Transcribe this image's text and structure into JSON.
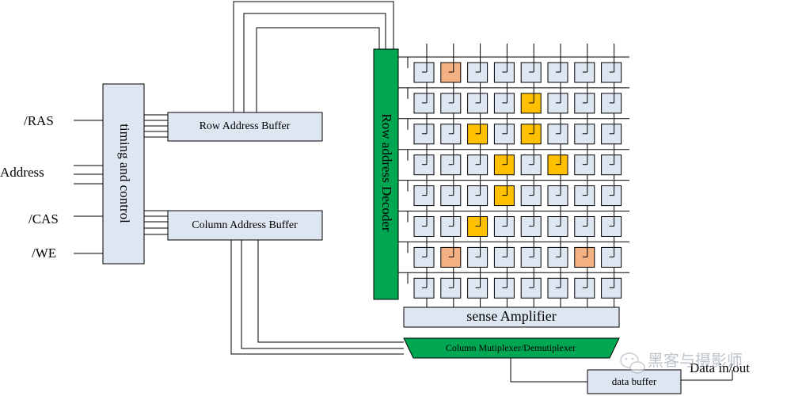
{
  "signals": {
    "ras": "/RAS",
    "address": "Address",
    "cas": "/CAS",
    "we": "/WE",
    "data_io": "Data in/out"
  },
  "blocks": {
    "timing_control": "timing and control",
    "row_address_buffer": "Row Address Buffer",
    "column_address_buffer": "Column Address Buffer",
    "row_address_decoder": "Row address Decoder",
    "sense_amplifier": "sense Amplifier",
    "column_mux": "Column Mutiplexer/Demutiplexer",
    "data_buffer": "data buffer"
  },
  "watermark": {
    "text": "黑客与摄影师"
  },
  "cell_array": {
    "rows": 8,
    "columns": 8,
    "highlighted_cells": [
      {
        "row": 0,
        "col": 1,
        "color": "#f4b183"
      },
      {
        "row": 1,
        "col": 4,
        "color": "#ffc000"
      },
      {
        "row": 2,
        "col": 2,
        "color": "#ffc000"
      },
      {
        "row": 2,
        "col": 4,
        "color": "#ffc000"
      },
      {
        "row": 3,
        "col": 3,
        "color": "#ffc000"
      },
      {
        "row": 3,
        "col": 5,
        "color": "#ffc000"
      },
      {
        "row": 4,
        "col": 3,
        "color": "#ffc000"
      },
      {
        "row": 5,
        "col": 2,
        "color": "#ffc000"
      },
      {
        "row": 6,
        "col": 1,
        "color": "#f4b183"
      },
      {
        "row": 6,
        "col": 6,
        "color": "#f4b183"
      }
    ]
  },
  "colors": {
    "block_fill": "#dee6f2",
    "cell_fill": "#dee6f2",
    "decoder_green": "#00a651",
    "stroke": "#000000"
  }
}
